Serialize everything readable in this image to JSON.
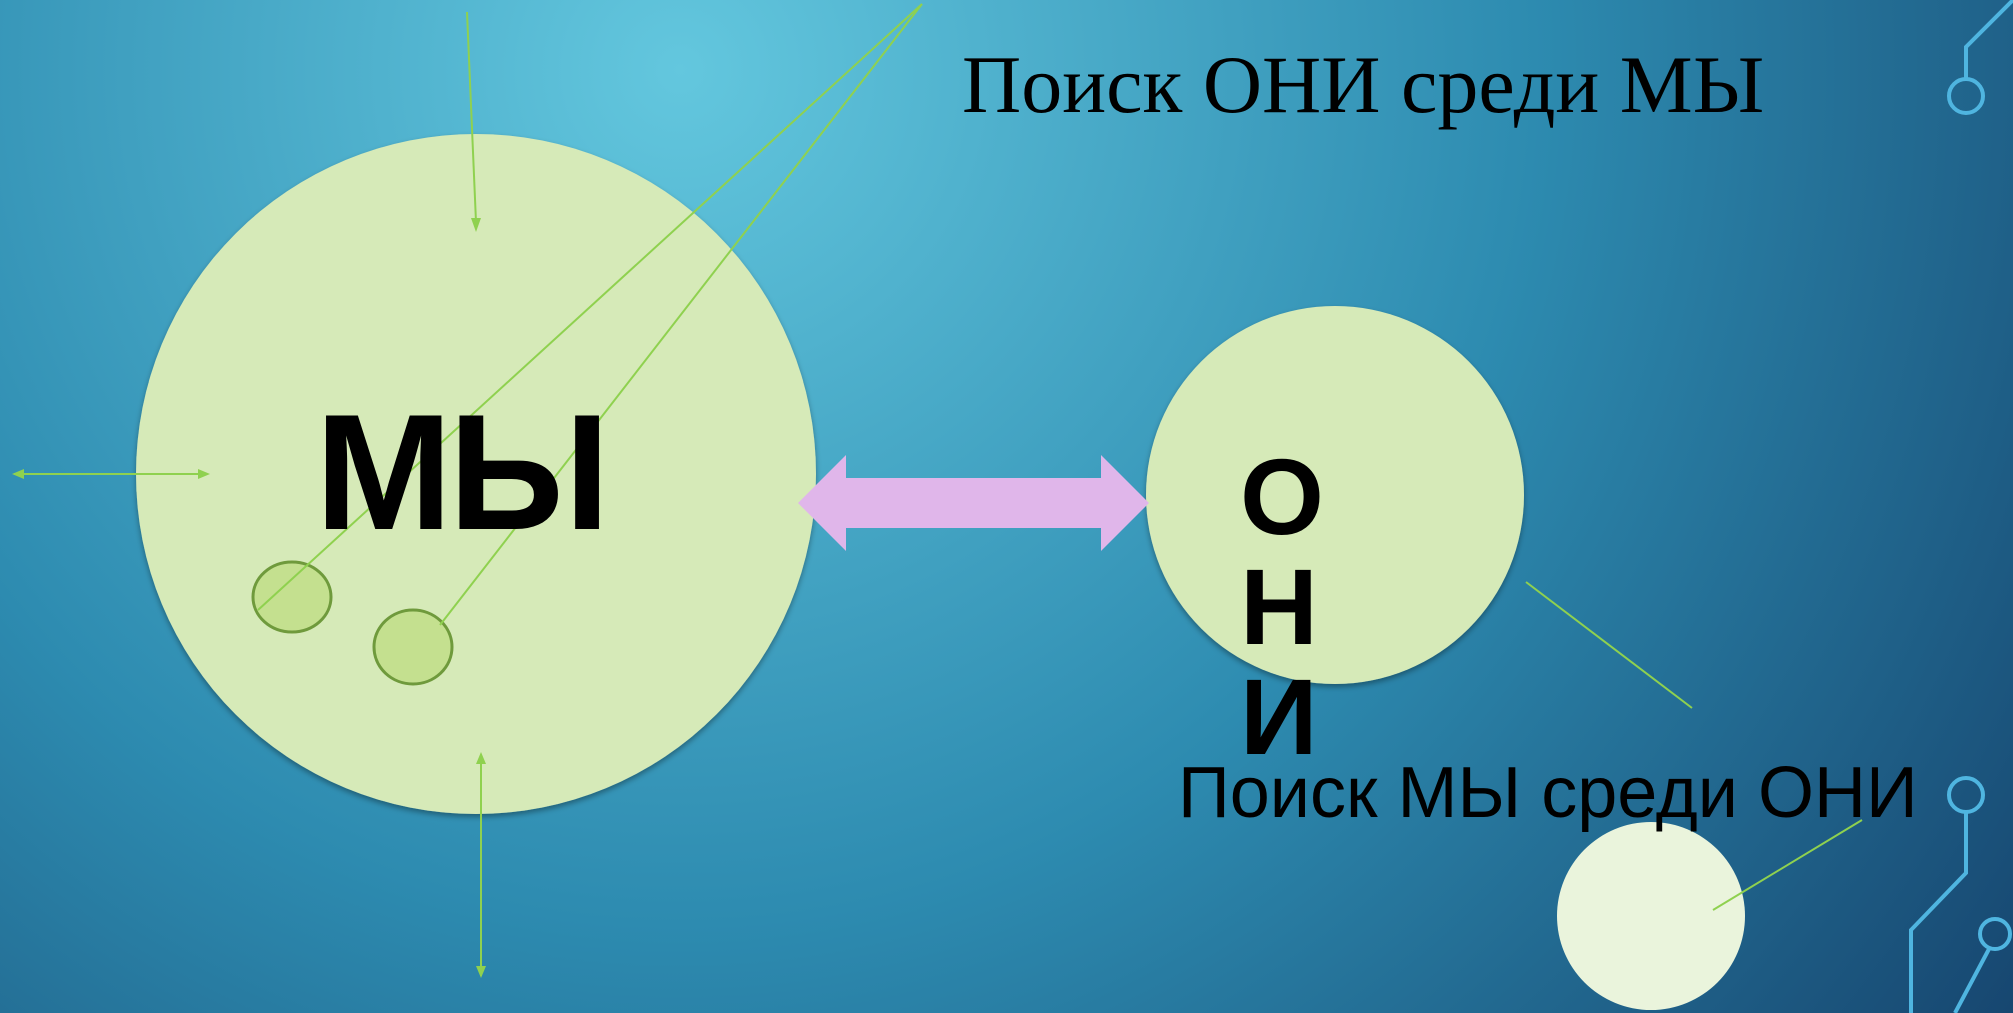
{
  "slide": {
    "title_top": "Поиск ОНИ среди МЫ",
    "title_bottom": "Поиск МЫ среди ОНИ",
    "big_circle_label": "МЫ",
    "right_circle_label": "ОНИ"
  },
  "colors": {
    "bg_light": "#63c7de",
    "bg_mid": "#2d8bb0",
    "bg_dark": "#0f2f5a",
    "circle_fill": "#d6eab8",
    "small_circle_fill": "#c4e08f",
    "small_circle_stroke": "#6f9a3c",
    "pale_circle_fill": "#eaf4dc",
    "arrow_fill": "#e0b6ea",
    "line_green": "#8fd14f",
    "deco_blue": "#4fb5e0"
  }
}
